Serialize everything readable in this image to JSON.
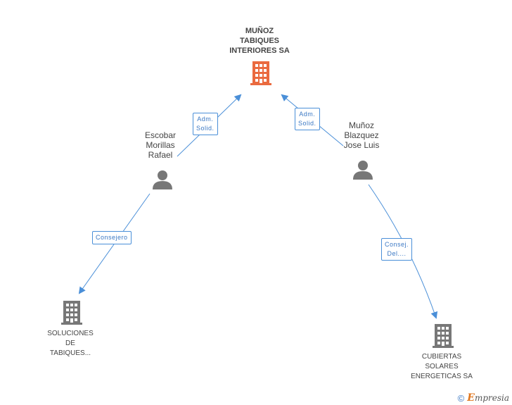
{
  "colors": {
    "edge": "#4a8fd8",
    "main_building": "#ea6a3f",
    "building": "#777777",
    "person": "#777777"
  },
  "nodes": {
    "main": {
      "lines": [
        "MUÑOZ",
        "TABIQUES",
        "INTERIORES SA"
      ],
      "icon": "building-icon"
    },
    "escobar": {
      "lines": [
        "Escobar",
        "Morillas",
        "Rafael"
      ],
      "icon": "person-icon"
    },
    "munoz_blazquez": {
      "lines": [
        "Muñoz",
        "Blazquez",
        "Jose Luis"
      ],
      "icon": "person-icon"
    },
    "soluciones": {
      "lines": [
        "SOLUCIONES",
        "DE",
        "TABIQUES..."
      ],
      "icon": "building-icon"
    },
    "cubiertas": {
      "lines": [
        "CUBIERTAS",
        "SOLARES",
        "ENERGETICAS SA"
      ],
      "icon": "building-icon"
    }
  },
  "relations": {
    "escobar_main": [
      "Adm.",
      "Solid."
    ],
    "munoz_main": [
      "Adm.",
      "Solid."
    ],
    "escobar_soluciones": [
      "Consejero"
    ],
    "munoz_cubiertas": [
      "Consej.",
      "Del...."
    ]
  },
  "footer": {
    "copyright": "©",
    "brand_first": "E",
    "brand_rest": "mpresia"
  }
}
